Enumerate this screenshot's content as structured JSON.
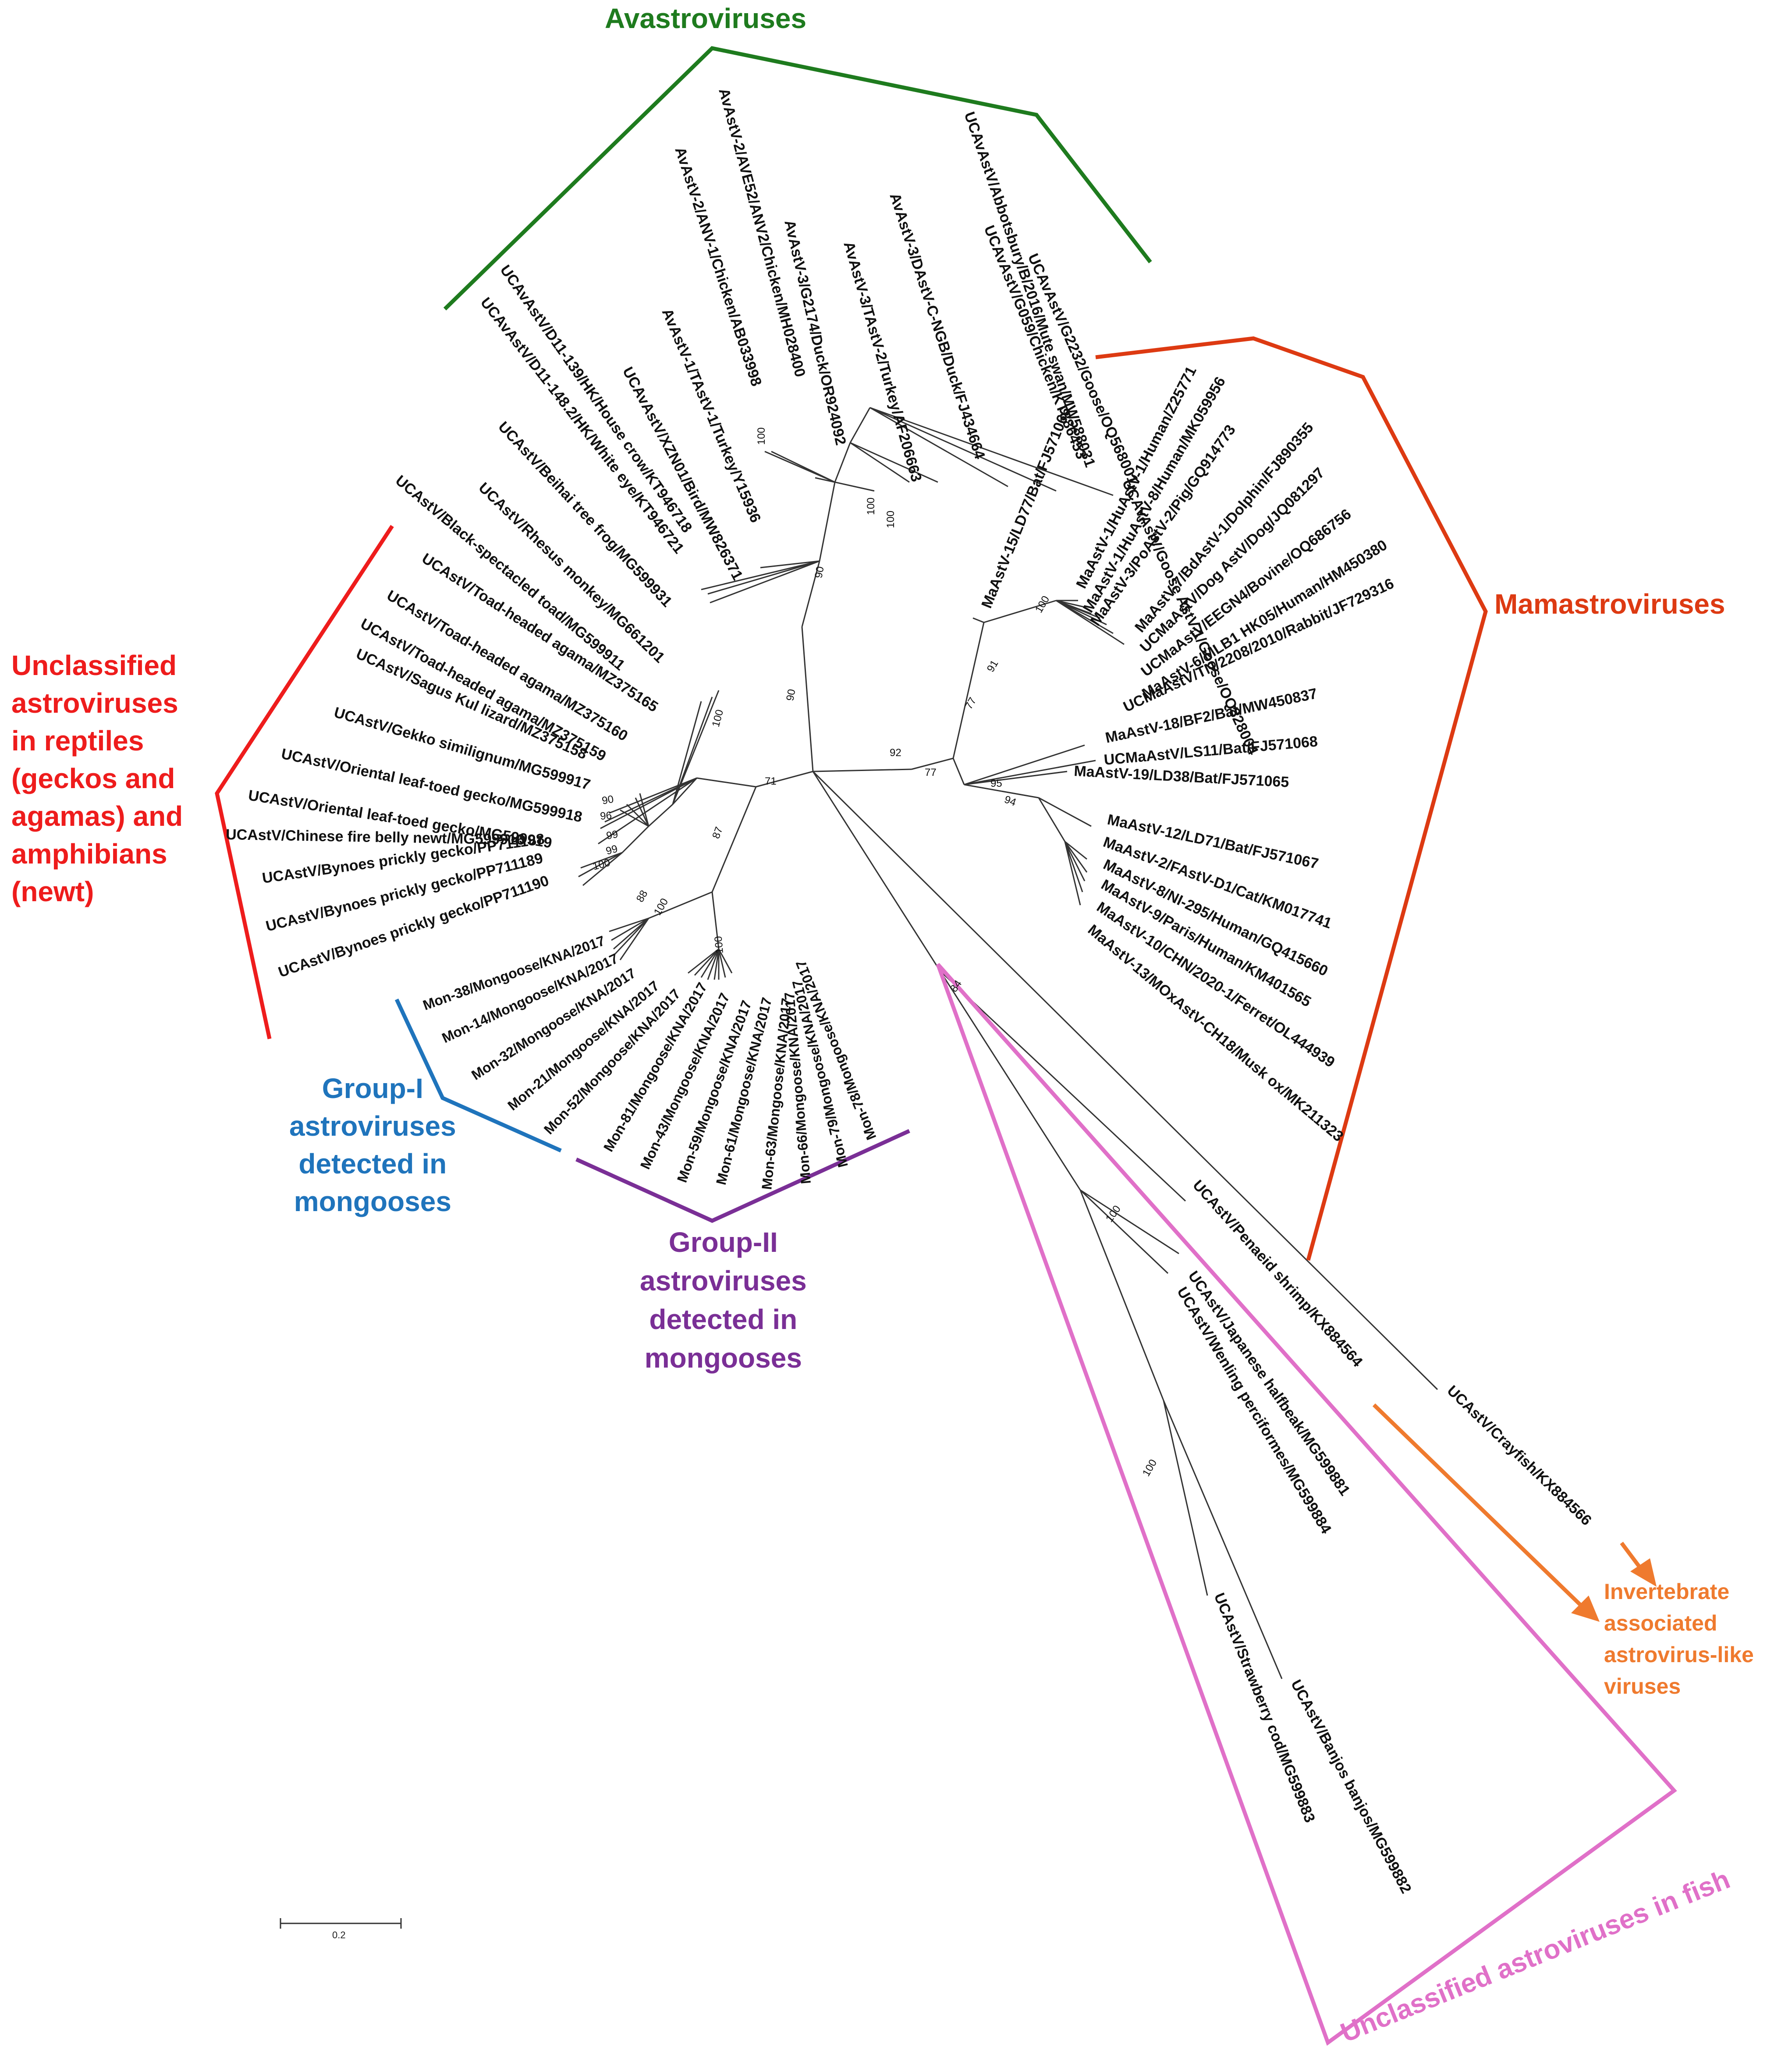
{
  "colors": {
    "avastro": "#1e7b1e",
    "mamastro": "#dd3a12",
    "reptiles": "#ee1c1c",
    "group1": "#1f74bc",
    "group2": "#7a2f96",
    "fish": "#e070c8",
    "invert": "#ef7a2e",
    "branch": "#333333"
  },
  "groups": {
    "avastro": [
      "Avastroviruses"
    ],
    "mamastro": [
      "Mamastroviruses"
    ],
    "reptiles": [
      "Unclassified",
      "astroviruses",
      "in reptiles",
      "(geckos and",
      "agamas) and",
      "amphibians",
      "(newt)"
    ],
    "group1": [
      "Group-I",
      "astroviruses",
      "detected in",
      "mongooses"
    ],
    "group2": [
      "Group-II",
      "astroviruses",
      "detected in",
      "mongooses"
    ],
    "invert": [
      "Invertebrate",
      "associated",
      "astrovirus-like",
      "viruses"
    ],
    "fish": "Unclassified astroviruses in fish"
  },
  "scale_bar": "0.2",
  "leaves": [
    {
      "name": "UCAvAstV/Goose AstV-1/Goose/OQ828004",
      "icon": "leaf-goose-astv1"
    },
    {
      "name": "UCAvAstV/G2232/Goose/OQ568001",
      "icon": "leaf-goose-g2232"
    },
    {
      "name": "UCAvAstV/G059/Chicken/KT886453"
    },
    {
      "name": "UCAvAstV/Abbotsbury/B/2016/Mute swan/MW588031"
    },
    {
      "name": "AvAstV-3/DAstV-C-NGB/Duck/FJ434664"
    },
    {
      "name": "AvAstV-3/TAstV-2/Turkey/AF206663"
    },
    {
      "name": "AvAstV-3/G2174/Duck/OR924092"
    },
    {
      "name": "AvAstV-2/AVE52/ANV2/Chicken/MH028400"
    },
    {
      "name": "AvAstV-2/ANV-1/Chicken/AB033998"
    },
    {
      "name": "AvAstV-1/TAstV-1/Turkey/Y15936"
    },
    {
      "name": "UCAvAstV/XZN01/Bird/MW826371"
    },
    {
      "name": "UCAvAstV/D11-139/HK/House crow/KT946718"
    },
    {
      "name": "UCAvAstV/D11-148.2/HK/White eye/KT946721"
    },
    {
      "name": "UCAstV/Beihai tree frog/MG599931"
    },
    {
      "name": "UCAstV/Rhesus monkey/MG661201"
    },
    {
      "name": "UCAstV/Black-spectacled toad/MG599911"
    },
    {
      "name": "UCAstV/Toad-headed agama/MZ375165"
    },
    {
      "name": "UCAstV/Toad-headed agama/MZ375160"
    },
    {
      "name": "UCAstV/Toad-headed agama/MZ375159"
    },
    {
      "name": "UCAstV/Sagus Kul lizard/MZ375158"
    },
    {
      "name": "UCAstV/Gekko similignum/MG599917"
    },
    {
      "name": "UCAstV/Oriental leaf-toed gecko/MG599918"
    },
    {
      "name": "UCAstV/Oriental leaf-toed gecko/MG599919"
    },
    {
      "name": "UCAstV/Chinese fire belly newt/MG599916"
    },
    {
      "name": "UCAstV/Bynoes prickly gecko/PP711188"
    },
    {
      "name": "UCAstV/Bynoes prickly gecko/PP711189"
    },
    {
      "name": "UCAstV/Bynoes prickly gecko/PP711190"
    },
    {
      "name": "Mon-38/Mongoose/KNA/2017"
    },
    {
      "name": "Mon-14/Mongoose/KNA/2017"
    },
    {
      "name": "Mon-32/Mongoose/KNA/2017"
    },
    {
      "name": "Mon-21/Mongoose/KNA/2017"
    },
    {
      "name": "Mon-52/Mongoose/KNA/2017"
    },
    {
      "name": "Mon-81/Mongoose/KNA/2017"
    },
    {
      "name": "Mon-43/Mongoose/KNA/2017"
    },
    {
      "name": "Mon-59/Mongoose/KNA/2017"
    },
    {
      "name": "Mon-61/Mongoose/KNA/2017"
    },
    {
      "name": "Mon-63/Mongoose/KNA/2017"
    },
    {
      "name": "Mon-66/Mongoose/KNA/2017"
    },
    {
      "name": "Mon-79/Mongoose/KNA/2017"
    },
    {
      "name": "Mon-78/Mongoose/KNA/2017"
    },
    {
      "name": "MaAstV-15/LD77/Bat/FJ571066"
    },
    {
      "name": "MaAstV-1/HuAstV-1/Human/Z25771"
    },
    {
      "name": "MaAstV-1/HuAstV-8/Human/MK059956"
    },
    {
      "name": "MaAstV-3/PoAstV-2/Pig/GQ914773"
    },
    {
      "name": "MaAstV-7/BdAstV-1/Dolphin/FJ890355"
    },
    {
      "name": "UCMaAstV/Dog AstV/Dog/JQ081297"
    },
    {
      "name": "UCMaAstV/EEGN4/Bovine/OQ686756"
    },
    {
      "name": "MaAstV-6/MLB1 HK05/Human/HM450380"
    },
    {
      "name": "UCMaAstV/TN/2208/2010/Rabbit/JF729316"
    },
    {
      "name": "MaAstV-18/BF2/Bat/MW450837"
    },
    {
      "name": "UCMaAstV/LS11/Bat/FJ571068"
    },
    {
      "name": "MaAstV-19/LD38/Bat/FJ571065"
    },
    {
      "name": "MaAstV-12/LD71/Bat/FJ571067"
    },
    {
      "name": "MaAstV-2/FAstV-D1/Cat/KM017741"
    },
    {
      "name": "MaAstV-8/NI-295/Human/GQ415660"
    },
    {
      "name": "MaAstV-9/Paris/Human/KM401565"
    },
    {
      "name": "MaAstV-10/CHN/2020-1/Ferret/OL444939"
    },
    {
      "name": "MaAstV-13/MOxAstV-CH18/Musk ox/MK211323"
    },
    {
      "name": "UCAstV/Crayfish/KX884566"
    },
    {
      "name": "UCAstV/Penaeid shrimp/KX884564"
    },
    {
      "name": "UCAstV/Japanese halfbeak/MG599881"
    },
    {
      "name": "UCAstV/Wenling perciformes/MG599884"
    },
    {
      "name": "UCAstV/Strawberry cod/MG599883"
    },
    {
      "name": "UCAstV/Banjos banjos/MG599882"
    }
  ],
  "bootstrap": [
    "100",
    "100",
    "100",
    "90",
    "90",
    "71",
    "100",
    "87",
    "99",
    "99",
    "96",
    "90",
    "100",
    "88",
    "100",
    "100",
    "92",
    "77",
    "77",
    "91",
    "100",
    "95",
    "94",
    "84",
    "100",
    "100"
  ]
}
